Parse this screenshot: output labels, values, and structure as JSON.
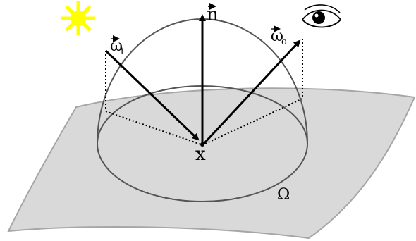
{
  "labels": {
    "normal": "n",
    "incoming": "ω",
    "incoming_sub": "i",
    "outgoing": "ω",
    "outgoing_sub": "o",
    "point": "x",
    "domain": "Ω"
  },
  "colors": {
    "surface_fill": "#d9d9d9",
    "surface_stroke": "#a6a6a6",
    "hemisphere_stroke": "#555555",
    "arrow": "#000000",
    "sun": "#ffff00"
  },
  "icons": {
    "light_source": "sun-icon",
    "viewer": "eye-icon"
  }
}
